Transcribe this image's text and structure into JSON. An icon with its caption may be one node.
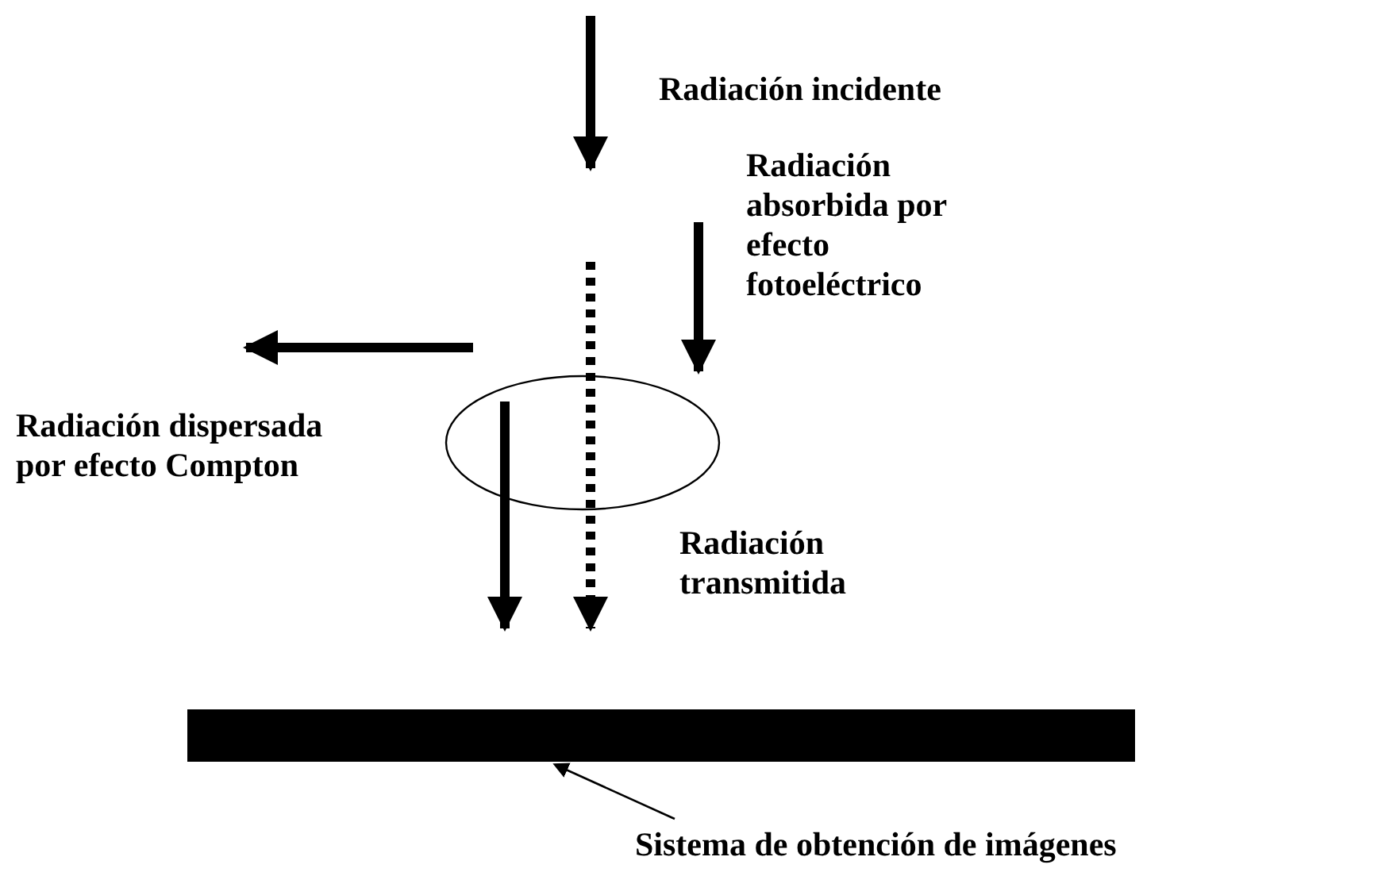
{
  "diagram": {
    "nodes": [
      {
        "text": [],
        "shape": "circle"
      },
      {
        "text": [],
        "shape": "bar"
      },
      {
        "text": [
          "Sistema de obtención de imágenes"
        ]
      }
    ],
    "edges": [
      {
        "from": 2,
        "to": 1,
        "arrow": "to"
      }
    ],
    "labels": [
      "Radiación incidente",
      "Radiación absorbida por efecto fotoeléctrico",
      "Radiación dispersada por efecto Compton",
      "Radiación transmitida"
    ]
  }
}
